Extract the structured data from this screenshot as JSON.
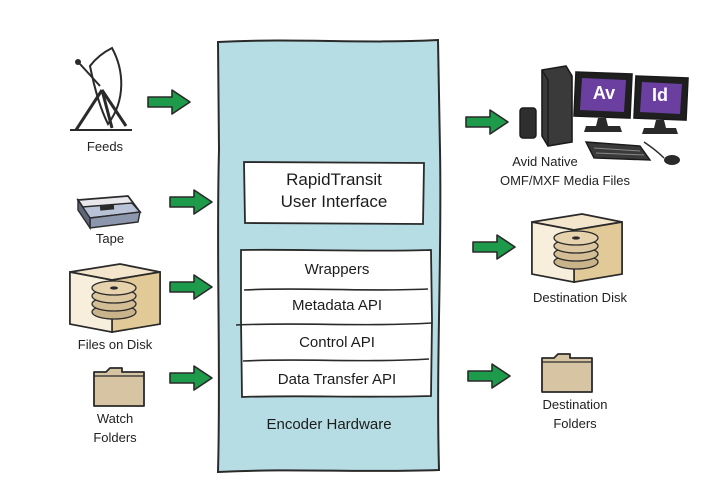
{
  "colors": {
    "hardware_fill": "#b6dde4",
    "arrow_green": "#1d9a4a",
    "folder_tan": "#d6c4a2",
    "box_tan": "#e5cfa8",
    "dark": "#2a2a2a",
    "screen_purple": "#6a3fa0"
  },
  "inputs": {
    "feeds": "Feeds",
    "tape": "Tape",
    "files_on_disk": "Files on Disk",
    "watch_folders_line1": "Watch",
    "watch_folders_line2": "Folders"
  },
  "encoder": {
    "ui_line1": "RapidTransit",
    "ui_line2": "User Interface",
    "layers": [
      "Wrappers",
      "Metadata API",
      "Control API",
      "Data Transfer API"
    ],
    "hardware_label": "Encoder Hardware"
  },
  "outputs": {
    "avid_line1": "Avid Native",
    "avid_line2": "OMF/MXF Media Files",
    "avid_screen_left": "Av",
    "avid_screen_right": "Id",
    "destination_disk": "Destination Disk",
    "destination_folders_line1": "Destination",
    "destination_folders_line2": "Folders"
  },
  "icons": {
    "feeds": "satellite-dish-icon",
    "tape": "tape-cartridge-icon",
    "files_on_disk": "hard-disk-icon",
    "watch_folders": "folder-icon",
    "avid": "avid-workstation-icon",
    "destination_disk": "hard-disk-icon",
    "destination_folders": "folder-icon",
    "flow": "arrow-right-icon"
  }
}
